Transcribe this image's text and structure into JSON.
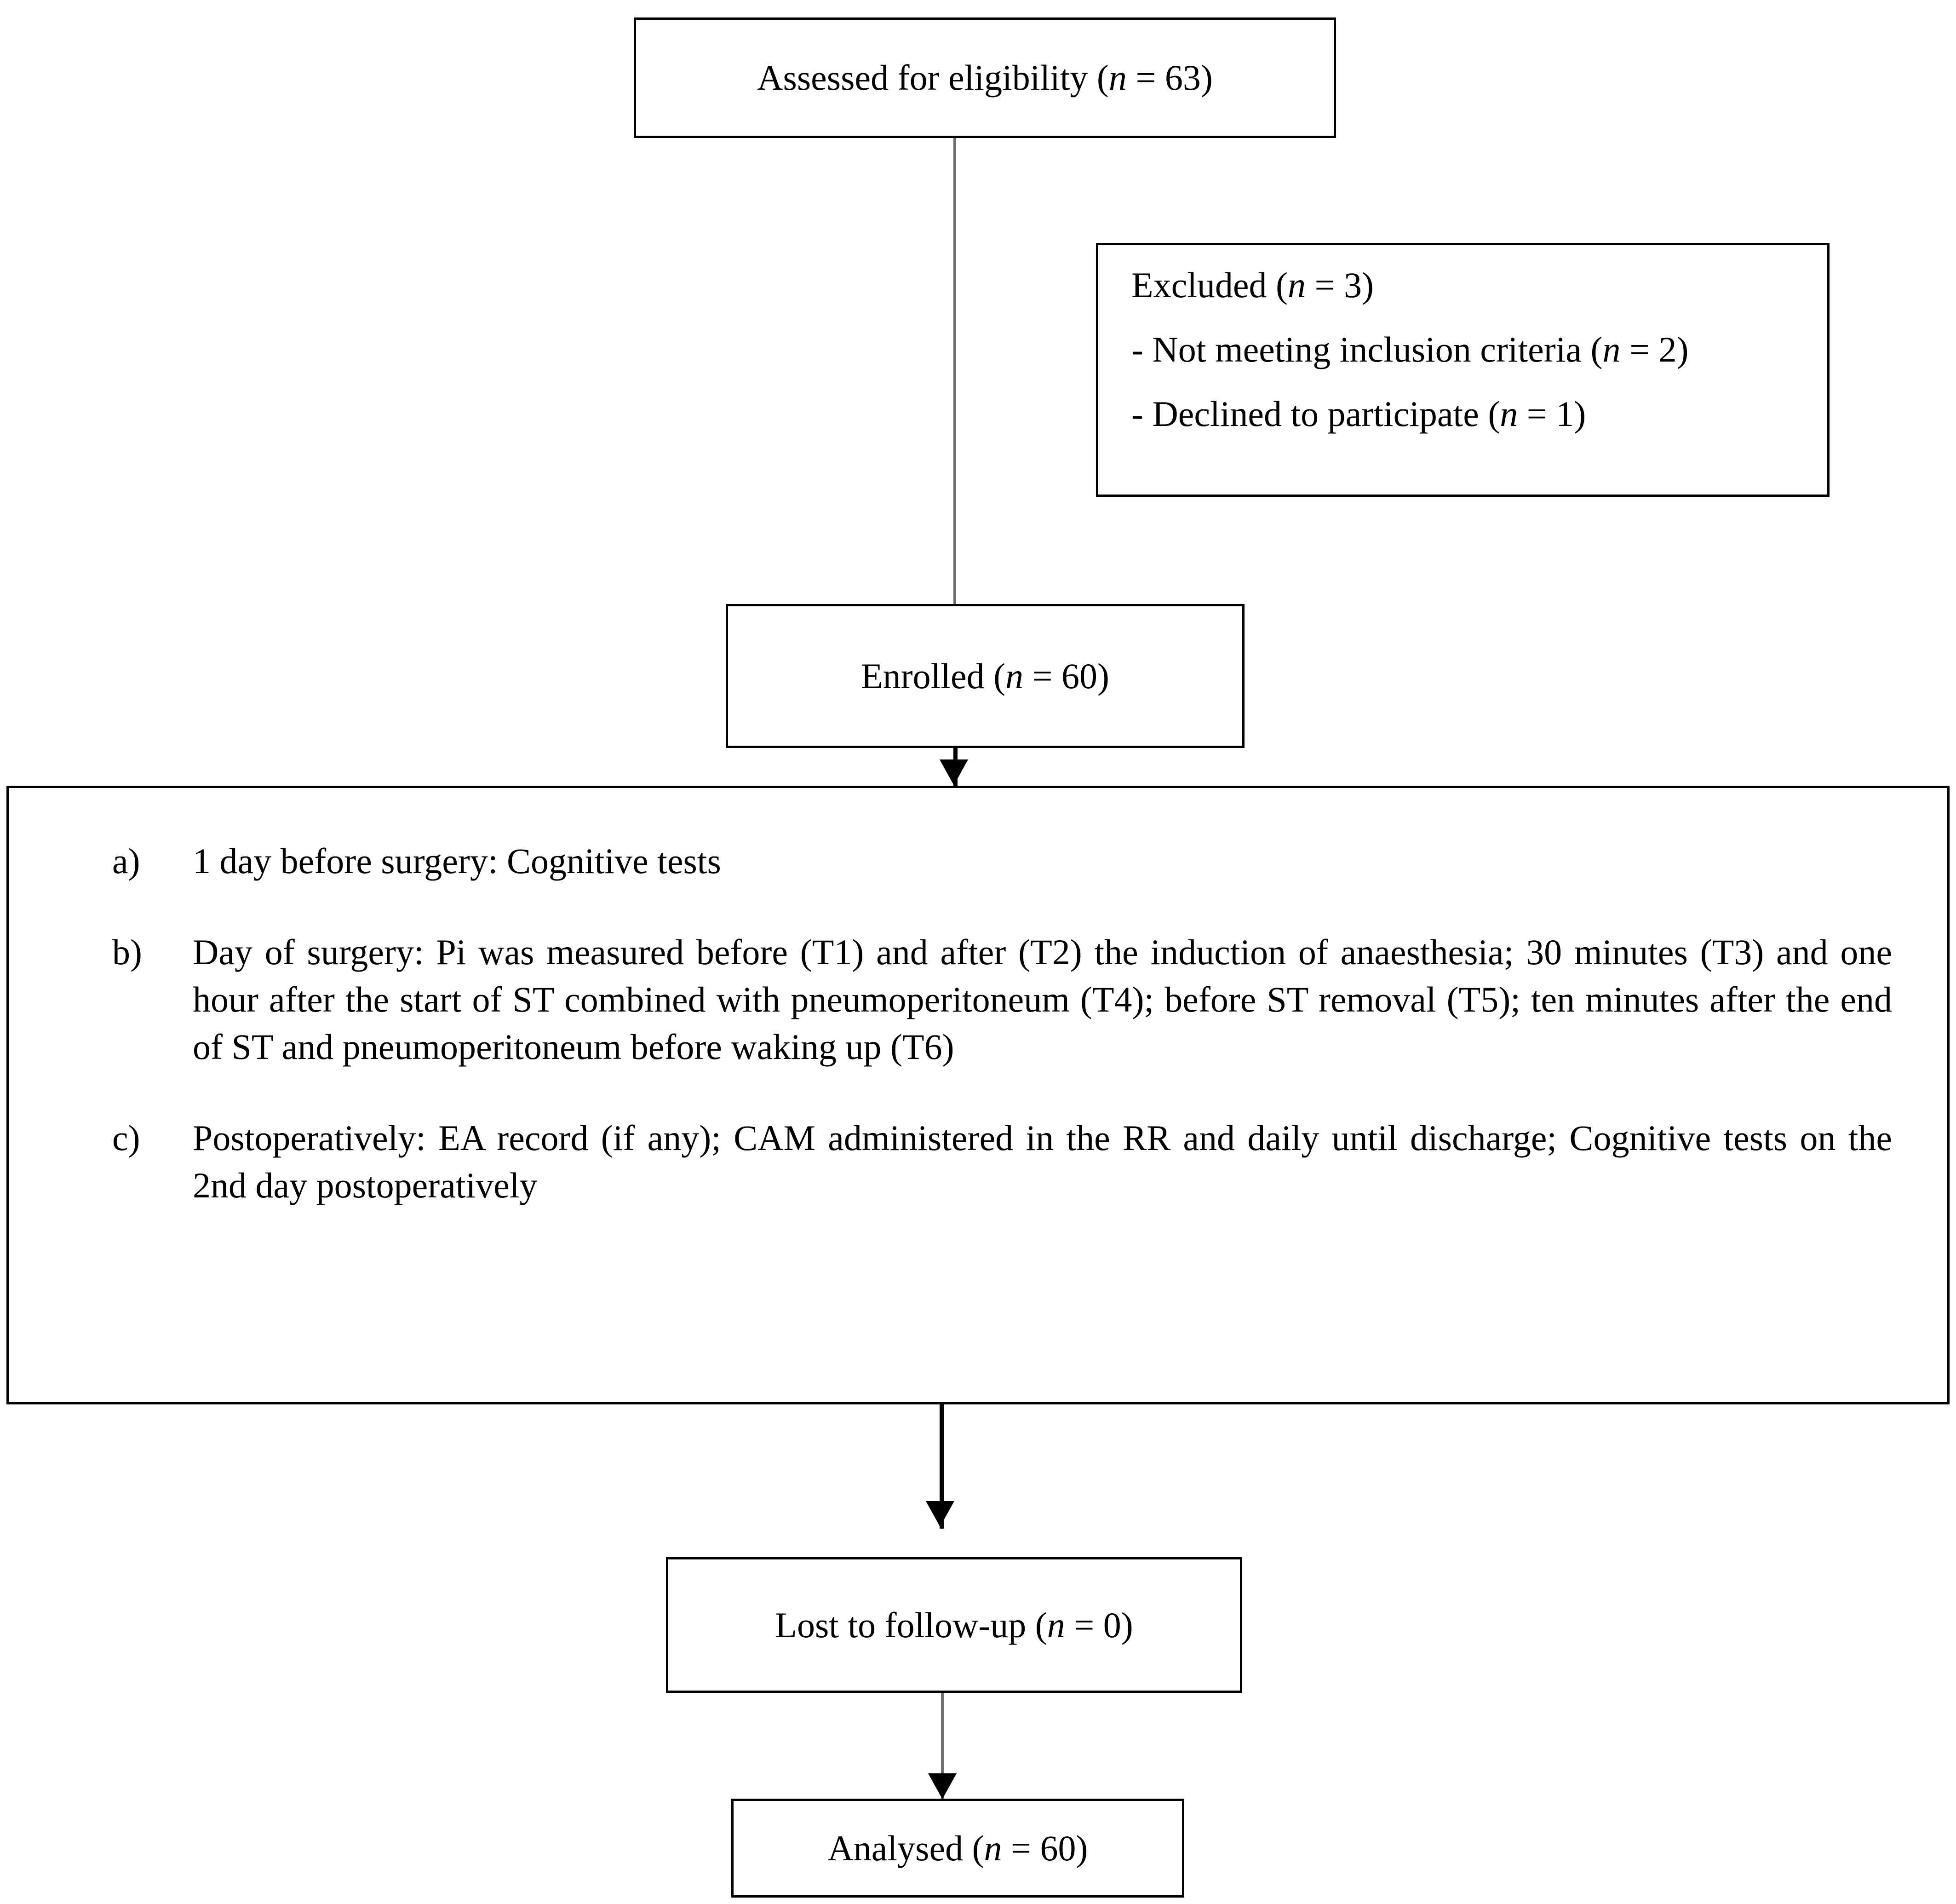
{
  "flowchart": {
    "title": "CONSORT participant flow diagram",
    "colors": {
      "border": "#000000",
      "background": "#ffffff",
      "connector_thin": "#6e6e6e",
      "connector_thick": "#000000"
    },
    "nodes": {
      "assessed": {
        "label_prefix": "Assessed for eligibility (",
        "n_italic": "n",
        "label_suffix": " = 63)",
        "full_text": "Assessed for eligibility (n = 63)"
      },
      "excluded": {
        "lines": [
          {
            "prefix": "Excluded (",
            "n_italic": "n",
            "suffix": " = 3)",
            "full_text": "Excluded (n = 3)"
          },
          {
            "prefix": "- Not meeting inclusion criteria (",
            "n_italic": "n",
            "suffix": " = 2)",
            "full_text": "- Not meeting inclusion criteria (n = 2)"
          },
          {
            "prefix": "- Declined to participate (",
            "n_italic": "n",
            "suffix": " = 1)",
            "full_text": "- Declined to participate (n = 1)"
          }
        ]
      },
      "enrolled": {
        "label_prefix": "Enrolled (",
        "n_italic": "n",
        "label_suffix": " = 60)",
        "full_text": "Enrolled (n = 60)"
      },
      "procedure": {
        "items": [
          {
            "marker": "a)",
            "text": "1 day before surgery: Cognitive tests"
          },
          {
            "marker": "b)",
            "text": "Day of surgery: Pi was measured before (T1) and after (T2) the induction of anaesthesia; 30 minutes (T3) and one hour after the start of ST combined with pneumoperitoneum (T4); before ST removal (T5); ten minutes after the end of ST and pneumoperitoneum before waking up (T6)"
          },
          {
            "marker": "c)",
            "text": "Postoperatively: EA record (if any); CAM administered in the RR and daily until discharge; Cognitive tests on the 2nd day postoperatively"
          }
        ]
      },
      "lost": {
        "label_prefix": "Lost to follow-up (",
        "n_italic": "n",
        "label_suffix": " = 0)",
        "full_text": "Lost to follow-up (n = 0)"
      },
      "analysed": {
        "label_prefix": "Analysed (",
        "n_italic": "n",
        "label_suffix": " = 60)",
        "full_text": "Analysed (n = 60)"
      }
    },
    "connectors": [
      {
        "name": "assessed-to-enrolled",
        "from": "assessed",
        "to": "enrolled",
        "arrowhead": false
      },
      {
        "name": "enrolled-to-procedure",
        "from": "enrolled",
        "to": "procedure",
        "arrowhead": true
      },
      {
        "name": "procedure-to-lost",
        "from": "procedure",
        "to": "lost",
        "arrowhead": true
      },
      {
        "name": "lost-to-analysed",
        "from": "lost",
        "to": "analysed",
        "arrowhead": true
      }
    ]
  }
}
